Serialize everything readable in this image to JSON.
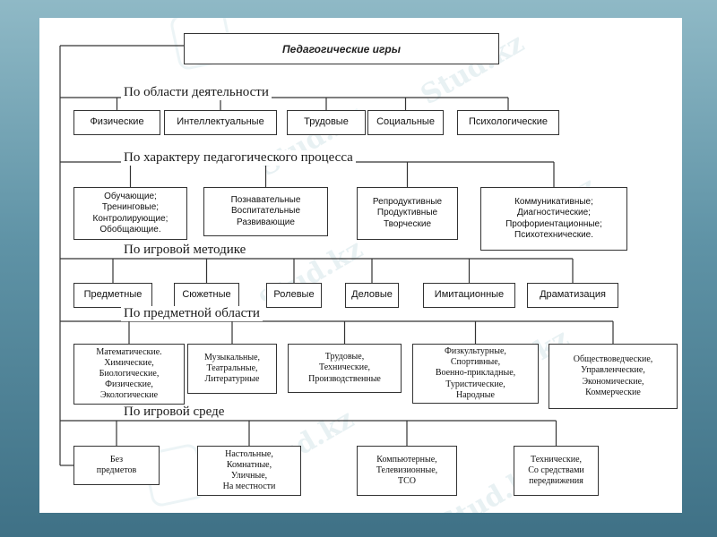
{
  "root_title": "Педагогические игры",
  "watermark_text": "Stud.kz",
  "sections": [
    {
      "heading": "По области деятельности",
      "items": [
        {
          "lines": [
            "Физические"
          ]
        },
        {
          "lines": [
            "Интеллектуальные"
          ]
        },
        {
          "lines": [
            "Трудовые"
          ]
        },
        {
          "lines": [
            "Социальные"
          ]
        },
        {
          "lines": [
            "Психологические"
          ]
        }
      ]
    },
    {
      "heading": "По характеру педагогического процесса",
      "items": [
        {
          "lines": [
            "Обучающие;",
            "Тренинговые;",
            "Контролирующие;",
            "Обобщающие."
          ]
        },
        {
          "lines": [
            "Познавательные",
            "Воспитательные",
            "Развивающие"
          ]
        },
        {
          "lines": [
            "Репродуктивные",
            "Продуктивные",
            "Творческие"
          ]
        },
        {
          "lines": [
            "Коммуникативные;",
            "Диагностические;",
            "Профориентационные;",
            "Психотехнические."
          ]
        }
      ]
    },
    {
      "heading": "По игровой методике",
      "items": [
        {
          "lines": [
            "Предметные"
          ]
        },
        {
          "lines": [
            "Сюжетные"
          ]
        },
        {
          "lines": [
            "Ролевые"
          ]
        },
        {
          "lines": [
            "Деловые"
          ]
        },
        {
          "lines": [
            "Имитационные"
          ]
        },
        {
          "lines": [
            "Драматизация"
          ]
        }
      ]
    },
    {
      "heading": "По предметной области",
      "items": [
        {
          "lines": [
            "Математические.",
            "Химические,",
            "Биологические,",
            "Физические,",
            "Экологические"
          ]
        },
        {
          "lines": [
            "Музыкальные,",
            "Театральные,",
            "Литературные"
          ]
        },
        {
          "lines": [
            "Трудовые,",
            "Технические,",
            "Производственные"
          ]
        },
        {
          "lines": [
            "Физкультурные,",
            "Спортивные,",
            "Военно-прикладные,",
            "Туристические,",
            "Народные"
          ]
        },
        {
          "lines": [
            "Обществоведческие,",
            "Управленческие,",
            "Экономические,",
            "Коммерческие"
          ]
        }
      ]
    },
    {
      "heading": "По игровой среде",
      "items": [
        {
          "lines": [
            "Без",
            "предметов"
          ]
        },
        {
          "lines": [
            "Настольные,",
            "Комнатные,",
            "Уличные,",
            "На местности"
          ]
        },
        {
          "lines": [
            "Компьютерные,",
            "Телевизионные,",
            "ТСО"
          ]
        },
        {
          "lines": [
            "Технические,",
            "Со средствами",
            "передвижения"
          ]
        }
      ]
    }
  ]
}
